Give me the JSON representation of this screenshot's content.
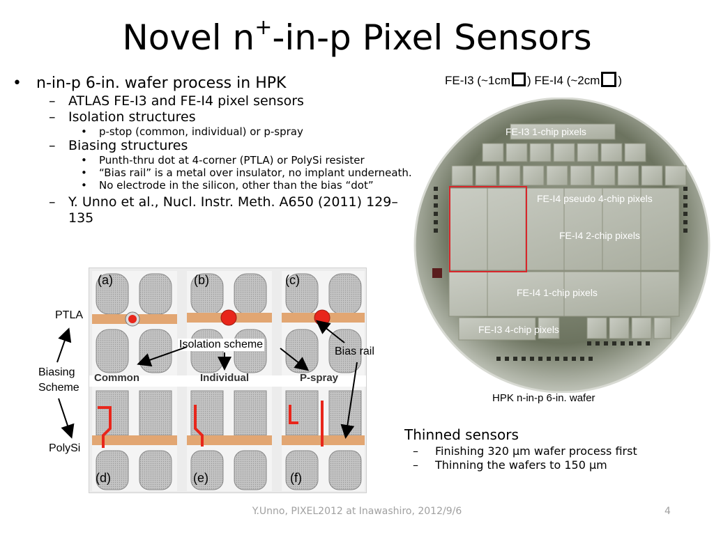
{
  "slide": {
    "title_pre": "Novel n",
    "title_sup": "+",
    "title_post": "-in-p Pixel Sensors",
    "page_number": "4",
    "footer": "Y.Unno, PIXEL2012 at Inawashiro, 2012/9/6"
  },
  "bullets": {
    "l1_marker": "•",
    "l2_marker": "–",
    "l3_marker": "•",
    "main": "n-in-p 6-in. wafer process in HPK",
    "sub1": "ATLAS FE-I3  and FE-I4 pixel sensors",
    "sub2": "Isolation structures",
    "sub2_items": [
      "p-stop (common, individual) or p-spray"
    ],
    "sub3": "Biasing structures",
    "sub3_items": [
      "Punth-thru dot at 4-corner (PTLA) or PolySi resister",
      "“Bias rail” is a metal over insulator, no implant underneath.",
      "No electrode in the silicon, other than the bias “dot”"
    ],
    "sub4": "Y. Unno et al., Nucl. Instr. Meth. A650 (2011) 129–135"
  },
  "figure": {
    "panel_labels": [
      "(a)",
      "(b)",
      "(c)",
      "(d)",
      "(e)",
      "(f)"
    ],
    "column_labels": [
      "Common",
      "Individual",
      "P-spray"
    ],
    "ptla": "PTLA",
    "polysi": "PolySi",
    "biasing_scheme_line1": "Biasing",
    "biasing_scheme_line2": "Scheme",
    "isolation_scheme": "Isolation scheme",
    "bias_rail": "Bias rail"
  },
  "wafer": {
    "top_caption_a": "FE-I3 (~1cm",
    "top_caption_b": ") FE-I4 (~2cm",
    "top_caption_c": ")",
    "caption": "HPK n-in-p 6-in. wafer",
    "labels": {
      "fei3_1chip": "FE-I3 1-chip pixels",
      "fei4_pseudo4": "FE-I4 pseudo 4-chip pixels",
      "fei4_2chip": "FE-I4 2-chip pixels",
      "fei4_1chip": "FE-I4 1-chip pixels",
      "fei3_4chip": "FE-I3 4-chip pixels"
    },
    "colors": {
      "highlight_box": "#d9262b"
    }
  },
  "thinned": {
    "title": "Thinned sensors",
    "marker": "–",
    "items": [
      "Finishing 320 μm wafer process first",
      "Thinning the wafers to 150 μm"
    ]
  }
}
